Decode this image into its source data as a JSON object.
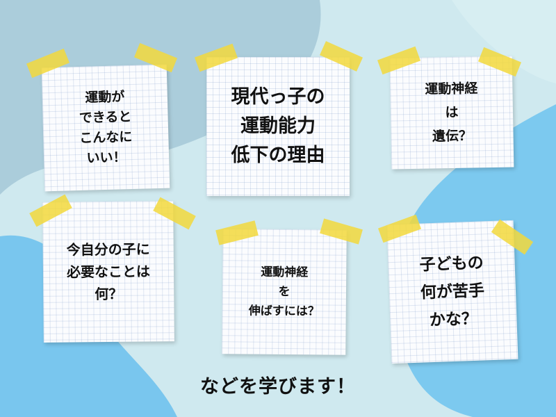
{
  "notes": [
    {
      "text": "運動が\nできると\nこんなに\nいい！"
    },
    {
      "text": "現代っ子の\n運動能力\n低下の理由"
    },
    {
      "text": "運動神経\nは\n遺伝？"
    },
    {
      "text": "今自分の子に\n必要なことは\n何？"
    },
    {
      "text": "運動神経\nを\n伸ばすには？"
    },
    {
      "text": "子どもの\n何が苦手\nかな？"
    }
  ],
  "footer": "などを学びます！",
  "colors": {
    "background": "#cfe9ef",
    "blob_dark": "#a9ccda",
    "blob_blue": "#78c8f0",
    "tape": "#f2d83c",
    "paper": "#fbfcfe"
  }
}
